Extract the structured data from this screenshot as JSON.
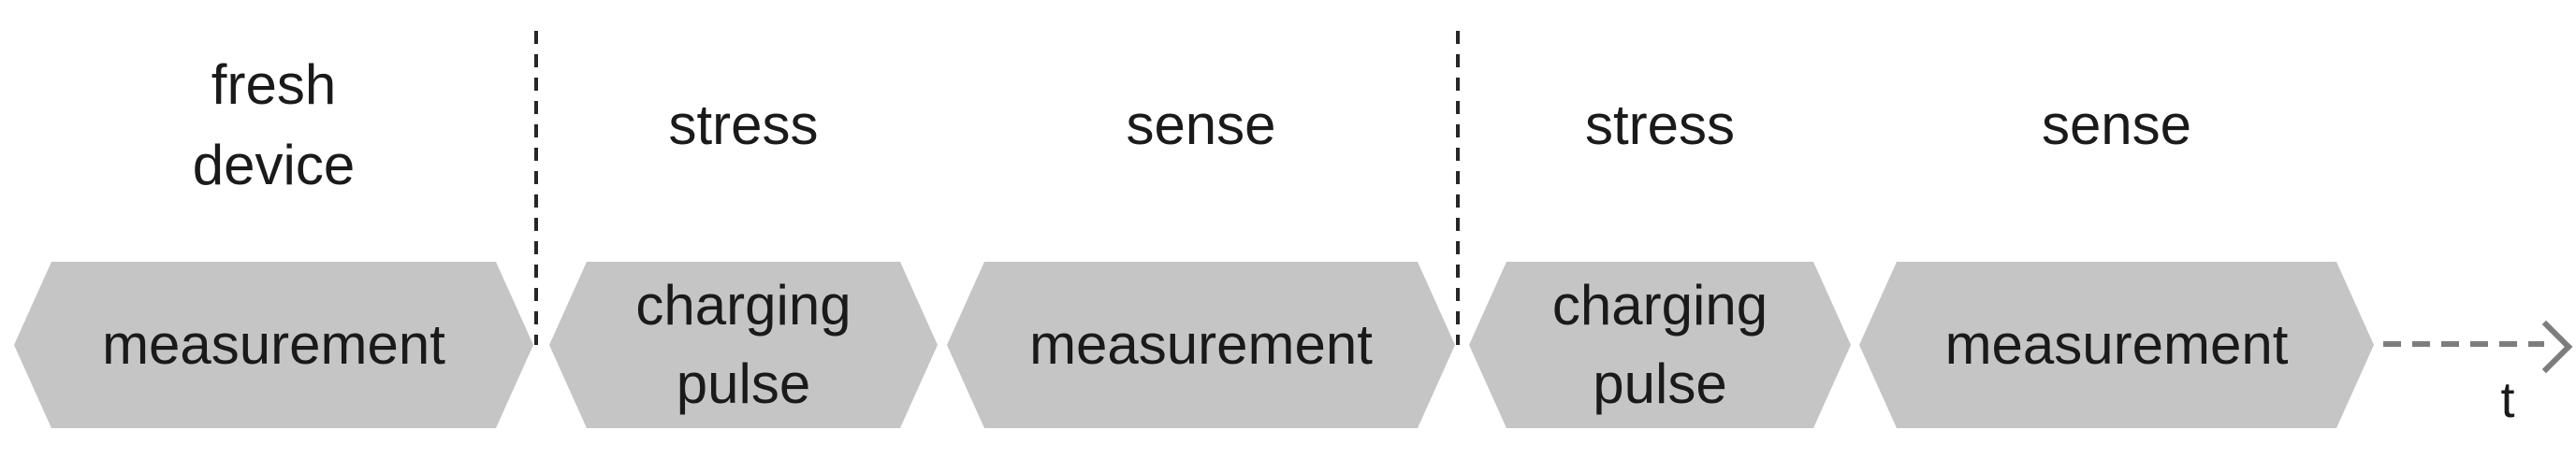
{
  "diagram": {
    "description": "measure-stress-measure pulsed timeline",
    "phases": [
      {
        "label": "fresh\ndevice",
        "block": "measurement"
      },
      {
        "label": "stress",
        "block": "charging\npulse"
      },
      {
        "label": "sense",
        "block": "measurement"
      },
      {
        "label": "stress",
        "block": "charging\npulse"
      },
      {
        "label": "sense",
        "block": "measurement"
      }
    ],
    "time_axis": {
      "label": "t"
    },
    "colors": {
      "page_bg": "#ffffff",
      "block_fill": "#c5c5c5",
      "block_text": "#1a1a1a",
      "label_text": "#1a1a1a",
      "separator": "#262626",
      "arrow": "#7d7d7d"
    }
  }
}
